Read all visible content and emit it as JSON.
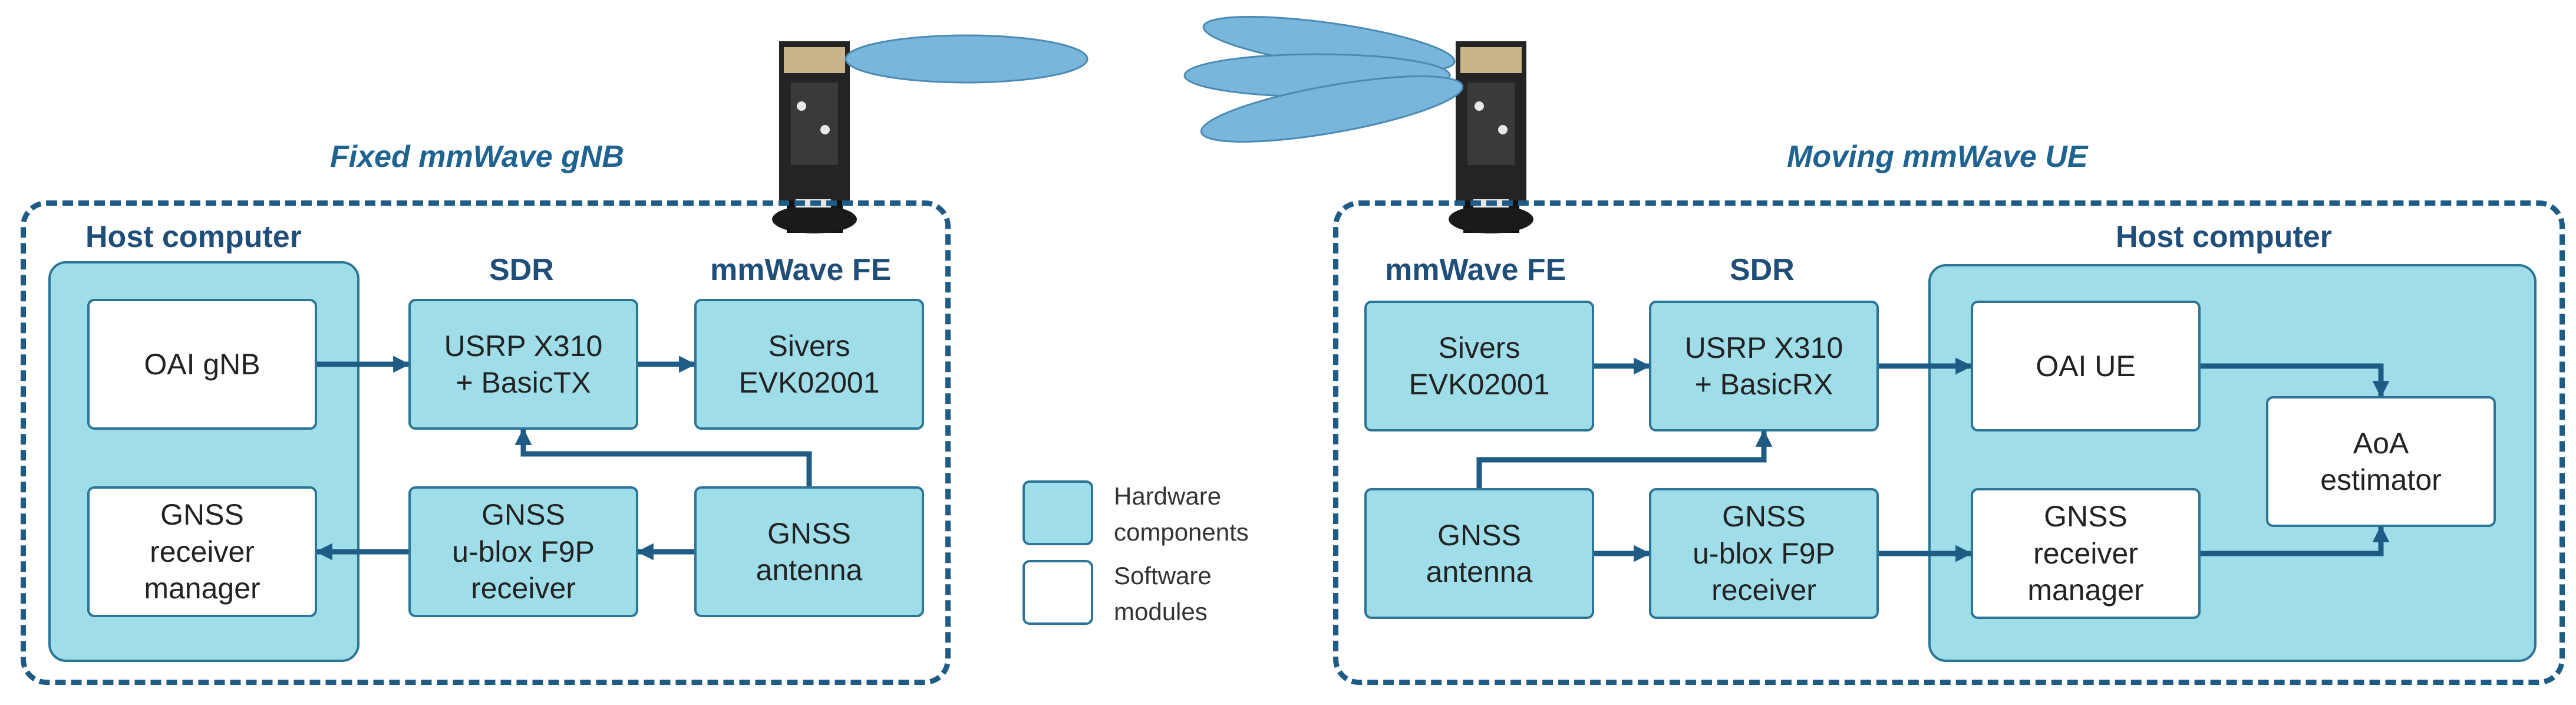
{
  "left_system": {
    "title": "Fixed mmWave gNB",
    "host_label": "Host computer",
    "sdr_label": "SDR",
    "fe_label": "mmWave FE",
    "blocks": {
      "oai": "OAI gNB",
      "usrp": "USRP X310\n+ BasicTX",
      "sivers": "Sivers\nEVK02001",
      "gnss_mgr": "GNSS\nreceiver\nmanager",
      "gnss_rx": "GNSS\nu-blox F9P\nreceiver",
      "gnss_ant": "GNSS\nantenna"
    }
  },
  "right_system": {
    "title": "Moving mmWave UE",
    "fe_label": "mmWave FE",
    "sdr_label": "SDR",
    "host_label": "Host computer",
    "blocks": {
      "sivers": "Sivers\nEVK02001",
      "usrp": "USRP X310\n+ BasicRX",
      "oai": "OAI UE",
      "aoa": "AoA\nestimator",
      "gnss_ant": "GNSS\nantenna",
      "gnss_rx": "GNSS\nu-blox F9P\nreceiver",
      "gnss_mgr": "GNSS\nreceiver\nmanager"
    }
  },
  "legend": {
    "hardware": "Hardware\ncomponents",
    "software": "Software\nmodules"
  },
  "colors": {
    "hardware_fill": "#9fdde9",
    "software_fill": "#ffffff",
    "outline": "#2c7596",
    "arrow": "#1f5c85",
    "title": "#1f6391",
    "beam": "#78b6dc"
  }
}
